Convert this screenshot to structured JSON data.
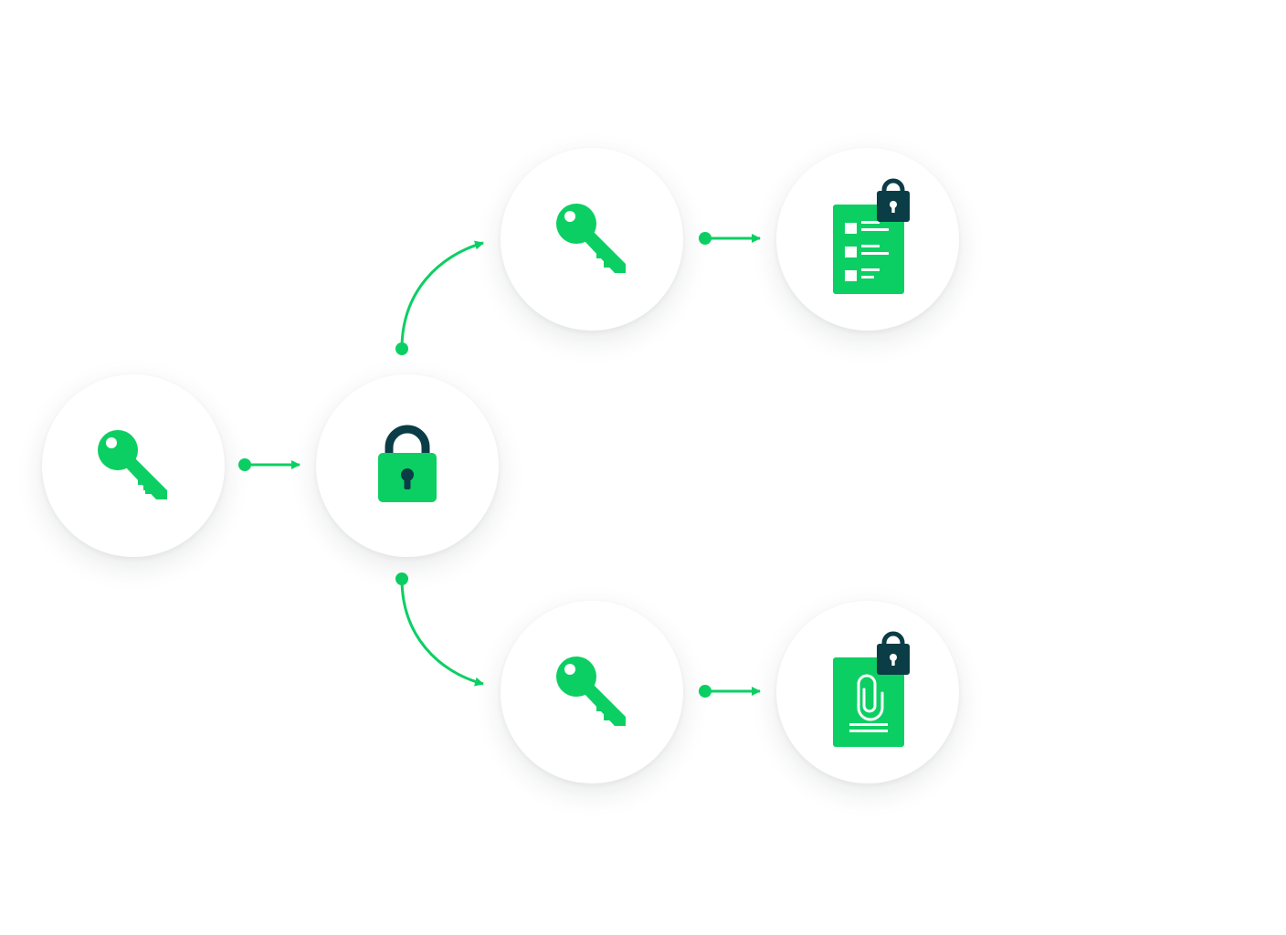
{
  "colors": {
    "accent": "#0ccf63",
    "dark": "#0a3d45",
    "background": "#ffffff"
  },
  "nodes": {
    "root_key": {
      "icon": "key-icon"
    },
    "master_lock": {
      "icon": "padlock-icon"
    },
    "key_top": {
      "icon": "key-icon"
    },
    "key_bottom": {
      "icon": "key-icon"
    },
    "doc_top": {
      "icon": "locked-checklist-document-icon"
    },
    "doc_bottom": {
      "icon": "locked-attachment-document-icon"
    }
  },
  "edges": [
    {
      "from": "root_key",
      "to": "master_lock"
    },
    {
      "from": "master_lock",
      "to": "key_top"
    },
    {
      "from": "master_lock",
      "to": "key_bottom"
    },
    {
      "from": "key_top",
      "to": "doc_top"
    },
    {
      "from": "key_bottom",
      "to": "doc_bottom"
    }
  ]
}
